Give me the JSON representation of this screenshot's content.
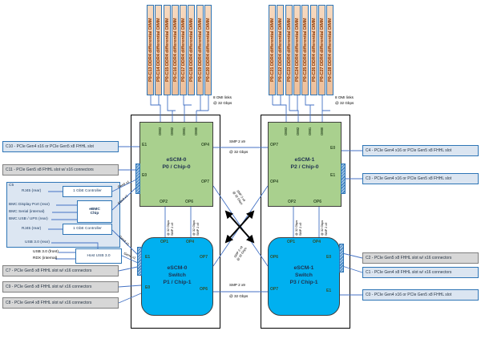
{
  "colors": {
    "chip_green": "#a9d08e",
    "chip_blue": "#00b0f0",
    "slot_blue": "#dbe5f1",
    "slot_gray": "#d7d7d7",
    "wire_blue": "#4472c4",
    "dimm_fill": "#f2cbad"
  },
  "dimm_groups": {
    "left": [
      "P0-C13 DDR4 differential DIMM",
      "P0-C14 DDR4 differential DIMM",
      "P0-C15 DDR4 differential DIMM",
      "P0-C16 DDR4 differential DIMM",
      "P0-C17 DDR4 differential DIMM",
      "P0-C18 DDR4 differential DIMM",
      "P0-C19 DDR4 differential DIMM",
      "P0-C20 DDR4 differential DIMM"
    ],
    "right": [
      "P0-C21 DDR4 differential DIMM",
      "P0-C22 DDR4 differential DIMM",
      "P0-C23 DDR4 differential DIMM",
      "P0-C24 DDR4 differential DIMM",
      "P0-C25 DDR4 differential DIMM",
      "P0-C26 DDR4 differential DIMM",
      "P0-C27 DDR4 differential DIMM",
      "P0-C28 DDR4 differential DIMM"
    ]
  },
  "labels": {
    "omi_links_1": "8 OMI links",
    "omi_links_2": "@ 32 Gbps",
    "smp_1": "SMP 2 x9",
    "smp_2": "@ 32 Gbps",
    "gen4": "Gen4 x1",
    "bmc_box_id": "C5"
  },
  "ports": {
    "e0": "E0",
    "e1": "E1",
    "op1": "OP1",
    "op2": "OP2",
    "op4": "OP4",
    "op6": "OP6",
    "op7": "OP7",
    "omi0": "OMI0",
    "omi1": "OMI1",
    "omi2": "OMI2",
    "omi3": "OMI3"
  },
  "chips": {
    "p0": {
      "l1": "eSCM-0",
      "l2": "P0 / Chip-0"
    },
    "p2": {
      "l1": "eSCM-1",
      "l2": "P2 / Chip-0"
    },
    "p1": {
      "l1": "eSCM-0",
      "l2": "Switch",
      "l3": "P1 / Chip-1"
    },
    "p3": {
      "l1": "eSCM-1",
      "l2": "Switch",
      "l3": "P3 / Chip-1"
    }
  },
  "slots": {
    "c10": "C10 - PCIe Gen4 x16 or PCIe Gen5 x8 FHHL slot",
    "c11": "C11 - PCIe Gen5 x8 FHHL slot w/ x16 connectors",
    "c7": "C7 - PCIe Gen5 x8 FHHL slot w/ x16 connectors",
    "c9": "C9 - PCIe Gen5 x8 FHHL slot w/ x16 connectors",
    "c8": "C8 - PCIe Gen4 x8 FHHL slot w/ x16 connectors",
    "c4": "C4 - PCIe Gen4 x16 or PCIe Gen5 x8 FHHL slot",
    "c3": "C3 - PCIe Gen4 x16 or PCIe Gen5 x8 FHHL slot",
    "c2": "C2 - PCIe Gen5 x8 FHHL slot w/ x16 connectors",
    "c1": "C1 - PCIe Gen4 x8 FHHL slot w/ x16 connectors",
    "c0": "C0 - PCIe Gen4 x16 or PCIe Gen5 x8 FHHL slot"
  },
  "bmc": {
    "rj45_top": "RJ45 (rear)",
    "gbe_top": "1 GbE Controller",
    "display_port": "BMC Display Port (rear)",
    "serial": "BMC Serial (internal)",
    "usb_ups": "BMC USB / UPS (rear)",
    "ebmc_1": "eBMC",
    "ebmc_2": "Chip",
    "rj45_bottom": "RJ45 (rear)",
    "gbe_bottom": "1 GbE Controller",
    "usb_rear": "USB 3.0 (rear)",
    "usb_front": "USB 3.0 (front)",
    "rdx": "RDX (internal)",
    "host_usb": "Host USB 3.0"
  }
}
